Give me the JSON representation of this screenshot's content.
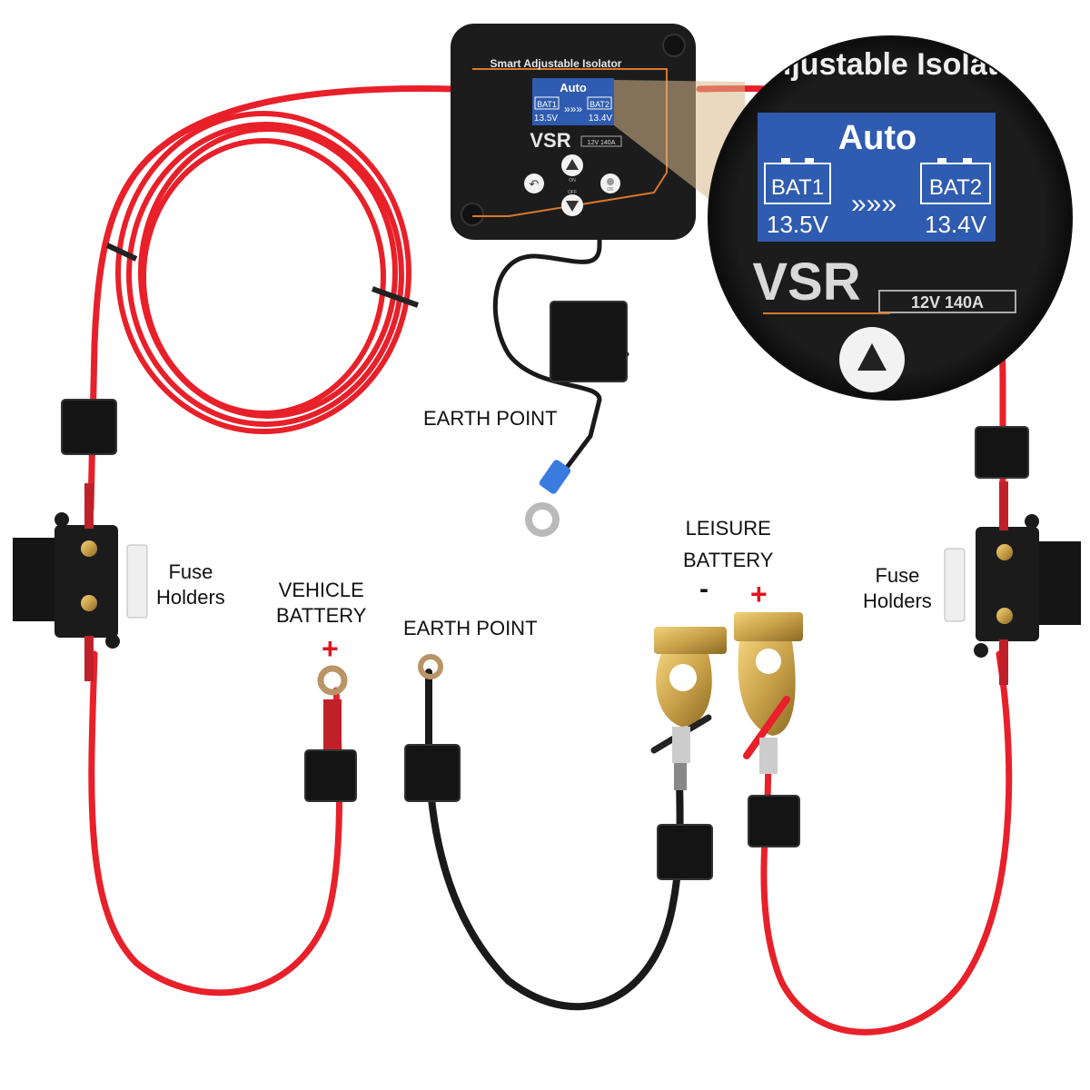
{
  "device": {
    "title": "Smart Adjustable Isolator",
    "mode": "Auto",
    "bat1_label": "BAT1",
    "bat1_voltage": "13.5V",
    "bat2_label": "BAT2",
    "bat2_voltage": "13.4V",
    "arrows": "»»»",
    "brand": "VSR",
    "rating": "12V 140A",
    "btn_on_label": "ON",
    "btn_off_label": "OFF",
    "btn_ok_label": "OK"
  },
  "zoom": {
    "title_fragment": "ljustable Isolat",
    "mode": "Auto",
    "bat1_label": "BAT1",
    "bat1_voltage": "13.5V",
    "bat2_label": "BAT2",
    "bat2_voltage": "13.4V",
    "arrows": "»»»",
    "brand": "VSR",
    "rating": "12V 140A"
  },
  "labels": {
    "earth_point_top": "EARTH POINT",
    "earth_point_bottom": "EARTH POINT",
    "fuse_holders_left": "Fuse\nHolders",
    "fuse_holders_right": "Fuse\nHolders",
    "vehicle_battery": "VEHICLE\nBATTERY",
    "leisure_battery": "LEISURE\nBATTERY",
    "plus": "+",
    "minus": "-"
  },
  "colors": {
    "red_cable": "#e8202a",
    "black_cable": "#1a1a1a",
    "screen_blue": "#2f5bb0",
    "copper": "#c9a04a",
    "plus_red": "#e0141e"
  }
}
